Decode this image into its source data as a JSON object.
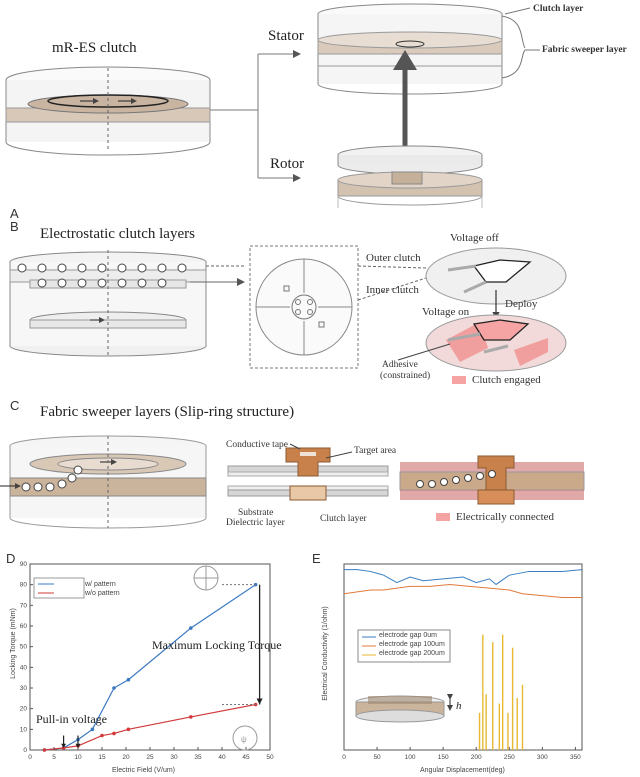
{
  "panels": {
    "a": {
      "letter": "A",
      "title": "mR-ES clutch",
      "stator": "Stator",
      "rotor": "Rotor",
      "clutch_layer": "Clutch layer",
      "fabric_layer": "Fabric sweeper layer"
    },
    "b": {
      "letter": "B",
      "title": "Electrostatic clutch layers",
      "outer": "Outer clutch",
      "inner": "Inner clutch",
      "voltage_off": "Voltage off",
      "voltage_on": "Voltage on",
      "deploy": "Deploy",
      "adhesive_1": "Adhesive",
      "adhesive_2": "(constrained)",
      "engaged": "Clutch engaged"
    },
    "c": {
      "letter": "C",
      "title": "Fabric sweeper layers (Slip-ring structure)",
      "conductive_tape": "Conductive tape",
      "target_area": "Target area",
      "substrate": "Substrate",
      "dielectric": "Dielectric layer",
      "clutch_layer": "Clutch layer",
      "connected": "Electrically connected"
    },
    "d": {
      "letter": "D",
      "pull_in": "Pull-in voltage",
      "max_torque": "Maximum Locking Torque"
    },
    "e": {
      "letter": "E",
      "he": "h"
    }
  },
  "chart_data": [
    {
      "type": "line",
      "panel": "D",
      "xlabel": "Electric Field (V/um)",
      "ylabel": "Locking Torque (mNm)",
      "xlim": [
        0,
        50
      ],
      "ylim": [
        0,
        90
      ],
      "xticks": [
        0,
        5,
        10,
        15,
        20,
        25,
        30,
        35,
        40,
        45,
        50
      ],
      "yticks": [
        0,
        10,
        20,
        30,
        40,
        50,
        60,
        70,
        80,
        90
      ],
      "legend_position": "top-left",
      "series": [
        {
          "name": "w/ pattern",
          "color": "#3a78c2",
          "x": [
            3,
            7,
            10,
            13,
            17.5,
            20.5,
            33.5,
            47
          ],
          "y": [
            0,
            1,
            5,
            10,
            30,
            34,
            59,
            80
          ]
        },
        {
          "name": "w/o pattern",
          "color": "#d23a3a",
          "x": [
            3,
            7,
            10,
            15,
            17.5,
            20.5,
            33.5,
            47
          ],
          "y": [
            0,
            1,
            2,
            7,
            8,
            10,
            16,
            22
          ]
        }
      ]
    },
    {
      "type": "line",
      "panel": "E",
      "xlabel": "Angular Displacement(deg)",
      "ylabel": "Electrical Conductivity (1/ohm)",
      "xlim": [
        0,
        360
      ],
      "xticks": [
        0,
        50,
        100,
        150,
        200,
        250,
        300,
        350
      ],
      "legend_position": "center-left",
      "series": [
        {
          "name": "electrode gap 0um",
          "color": "#3a7fc2",
          "x": [
            0,
            20,
            40,
            60,
            70,
            80,
            100,
            120,
            150,
            180,
            200,
            220,
            230,
            250,
            280,
            300,
            330,
            360
          ],
          "y": [
            0.97,
            0.97,
            0.96,
            0.94,
            0.92,
            0.9,
            0.93,
            0.91,
            0.92,
            0.93,
            0.9,
            0.92,
            0.89,
            0.94,
            0.96,
            0.96,
            0.96,
            0.97
          ]
        },
        {
          "name": "electrode gap 100um",
          "color": "#e07a3a",
          "x": [
            0,
            20,
            40,
            60,
            80,
            100,
            130,
            160,
            190,
            220,
            250,
            270,
            300,
            330,
            360
          ],
          "y": [
            0.84,
            0.85,
            0.86,
            0.86,
            0.87,
            0.88,
            0.88,
            0.89,
            0.88,
            0.87,
            0.86,
            0.84,
            0.83,
            0.82,
            0.82
          ]
        },
        {
          "name": "electrode gap 200um",
          "color": "#e8b830",
          "x": [
            205,
            210,
            215,
            225,
            235,
            240,
            248,
            255,
            262,
            270
          ],
          "y": [
            0.2,
            0.62,
            0.3,
            0.58,
            0.25,
            0.62,
            0.2,
            0.55,
            0.28,
            0.35
          ]
        }
      ]
    }
  ]
}
